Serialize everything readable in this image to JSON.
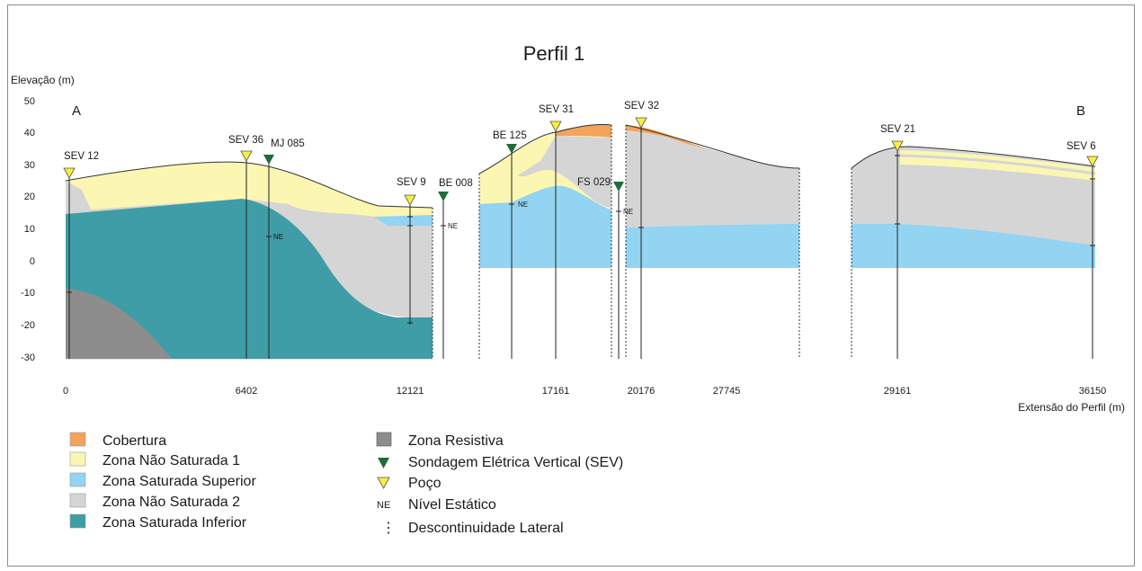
{
  "figure": {
    "title": "Perfil 1",
    "y_axis_label": "Elevação (m)",
    "x_axis_label": "Extensão do Perfil (m)",
    "end_labels": {
      "start": "A",
      "end": "B"
    },
    "y_ticks": [
      "50",
      "40",
      "30",
      "20",
      "10",
      "0",
      "-10",
      "-20",
      "-30"
    ],
    "x_ticks": [
      "0",
      "6402",
      "12121",
      "17161",
      "20176",
      "27745",
      "29161",
      "36150"
    ],
    "ne_marker": "NE"
  },
  "colors": {
    "cobertura": "#f4a35a",
    "zona_nao_saturada_1": "#fbf6b2",
    "zona_saturada_superior": "#92d4f1",
    "zona_nao_saturada_2": "#d5d5d5",
    "zona_saturada_inferior": "#3e9da6",
    "zona_resistiva": "#8d8d8d",
    "sev_marker": "#1f6b3a",
    "poco_marker": "#f7ef3c"
  },
  "features": [
    {
      "id": "sev12",
      "label": "SEV 12",
      "kind": "poco"
    },
    {
      "id": "sev36",
      "label": "SEV 36",
      "kind": "poco"
    },
    {
      "id": "mj085",
      "label": "MJ 085",
      "kind": "sev"
    },
    {
      "id": "sev9",
      "label": "SEV 9",
      "kind": "poco"
    },
    {
      "id": "be008",
      "label": "BE 008",
      "kind": "sev"
    },
    {
      "id": "be125",
      "label": "BE 125",
      "kind": "sev"
    },
    {
      "id": "sev31",
      "label": "SEV 31",
      "kind": "poco"
    },
    {
      "id": "fs029",
      "label": "FS 029",
      "kind": "sev"
    },
    {
      "id": "sev32",
      "label": "SEV 32",
      "kind": "poco"
    },
    {
      "id": "sev21",
      "label": "SEV 21",
      "kind": "poco"
    },
    {
      "id": "sev6",
      "label": "SEV 6",
      "kind": "poco"
    }
  ],
  "legend": {
    "layers": [
      {
        "label": "Cobertura",
        "color_key": "cobertura"
      },
      {
        "label": "Zona Não Saturada 1",
        "color_key": "zona_nao_saturada_1"
      },
      {
        "label": "Zona Saturada Superior",
        "color_key": "zona_saturada_superior"
      },
      {
        "label": "Zona Não Saturada 2",
        "color_key": "zona_nao_saturada_2"
      },
      {
        "label": "Zona  Saturada Inferior",
        "color_key": "zona_saturada_inferior"
      }
    ],
    "symbols": {
      "resistiva": "Zona Resistiva",
      "sev": "Sondagem Elétrica Vertical (SEV)",
      "poco": "Poço",
      "ne_symbol": "NE",
      "ne": "Nível Estático",
      "descontinuidade_symbol": "⋮",
      "descontinuidade": "Descontinuidade Lateral"
    }
  }
}
